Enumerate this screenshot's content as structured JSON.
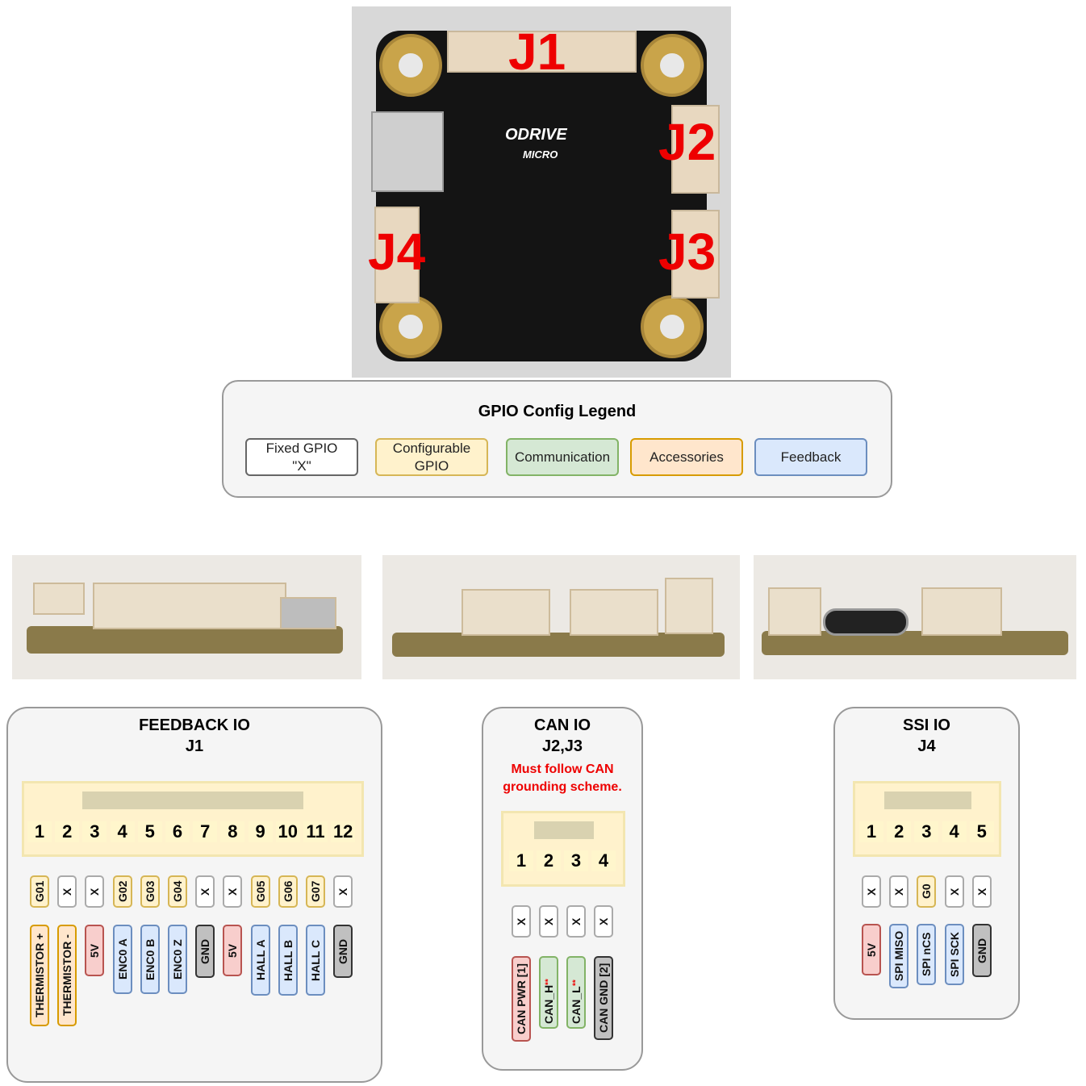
{
  "board_photo": {
    "labels": [
      "J1",
      "J2",
      "J3",
      "J4"
    ],
    "silkscreen": [
      "ODRIVE",
      "MICRO"
    ]
  },
  "legend": {
    "title": "GPIO Config Legend",
    "items": [
      {
        "label": "Fixed GPIO\n\"X\"",
        "fill": "#ffffff",
        "border": "#666666"
      },
      {
        "label": "Configurable\nGPIO",
        "fill": "#fff2cc",
        "border": "#d6b656"
      },
      {
        "label": "Communication",
        "fill": "#d5e8d4",
        "border": "#82b366"
      },
      {
        "label": "Accessories",
        "fill": "#ffe6cc",
        "border": "#d79b00"
      },
      {
        "label": "Feedback",
        "fill": "#dae8fc",
        "border": "#6c8ebf"
      }
    ]
  },
  "colors": {
    "fixed": [
      "#ffffff",
      "#aaaaaa"
    ],
    "gpio": [
      "#fff2cc",
      "#d6b656"
    ],
    "comm": [
      "#d5e8d4",
      "#82b366"
    ],
    "acc": [
      "#ffe6cc",
      "#d79b00"
    ],
    "fb": [
      "#dae8fc",
      "#6c8ebf"
    ],
    "pwr": [
      "#f8cecc",
      "#b85450"
    ],
    "gnd": [
      "#c0c0c0",
      "#333333"
    ]
  },
  "feedback": {
    "title": "FEEDBACK IO",
    "subtitle": "J1",
    "pins": [
      "1",
      "2",
      "3",
      "4",
      "5",
      "6",
      "7",
      "8",
      "9",
      "10",
      "11",
      "12"
    ],
    "gpio": [
      [
        "G01",
        "gpio"
      ],
      [
        "X",
        "fixed"
      ],
      [
        "X",
        "fixed"
      ],
      [
        "G02",
        "gpio"
      ],
      [
        "G03",
        "gpio"
      ],
      [
        "G04",
        "gpio"
      ],
      [
        "X",
        "fixed"
      ],
      [
        "X",
        "fixed"
      ],
      [
        "G05",
        "gpio"
      ],
      [
        "G06",
        "gpio"
      ],
      [
        "G07",
        "gpio"
      ],
      [
        "X",
        "fixed"
      ]
    ],
    "func": [
      [
        "THERMISTOR +",
        "acc"
      ],
      [
        "THERMISTOR -",
        "acc"
      ],
      [
        "5V",
        "pwr"
      ],
      [
        "ENC0 A",
        "fb"
      ],
      [
        "ENC0 B",
        "fb"
      ],
      [
        "ENC0 Z",
        "fb"
      ],
      [
        "GND",
        "gnd"
      ],
      [
        "5V",
        "pwr"
      ],
      [
        "HALL A",
        "fb"
      ],
      [
        "HALL B",
        "fb"
      ],
      [
        "HALL C",
        "fb"
      ],
      [
        "GND",
        "gnd"
      ]
    ]
  },
  "can": {
    "title": "CAN IO",
    "subtitle": "J2,J3",
    "note1": "Must follow CAN",
    "note2": "grounding scheme.",
    "marker": "**",
    "pins": [
      "1",
      "2",
      "3",
      "4"
    ],
    "gpio": [
      [
        "X",
        "fixed"
      ],
      [
        "X",
        "fixed"
      ],
      [
        "X",
        "fixed"
      ],
      [
        "X",
        "fixed"
      ]
    ],
    "func": [
      [
        "CAN PWR [1]",
        "pwr"
      ],
      [
        "CAN_H",
        "comm",
        "**"
      ],
      [
        "CAN_L",
        "comm",
        "**"
      ],
      [
        "CAN GND [2]",
        "gnd"
      ]
    ]
  },
  "ssi": {
    "title": "SSI IO",
    "subtitle": "J4",
    "pins": [
      "1",
      "2",
      "3",
      "4",
      "5"
    ],
    "gpio": [
      [
        "X",
        "fixed"
      ],
      [
        "X",
        "fixed"
      ],
      [
        "G0",
        "gpio"
      ],
      [
        "X",
        "fixed"
      ],
      [
        "X",
        "fixed"
      ]
    ],
    "func": [
      [
        "5V",
        "pwr"
      ],
      [
        "SPI MISO",
        "fb"
      ],
      [
        "SPI nCS",
        "fb"
      ],
      [
        "SPI SCK",
        "fb"
      ],
      [
        "GND",
        "gnd"
      ]
    ]
  }
}
